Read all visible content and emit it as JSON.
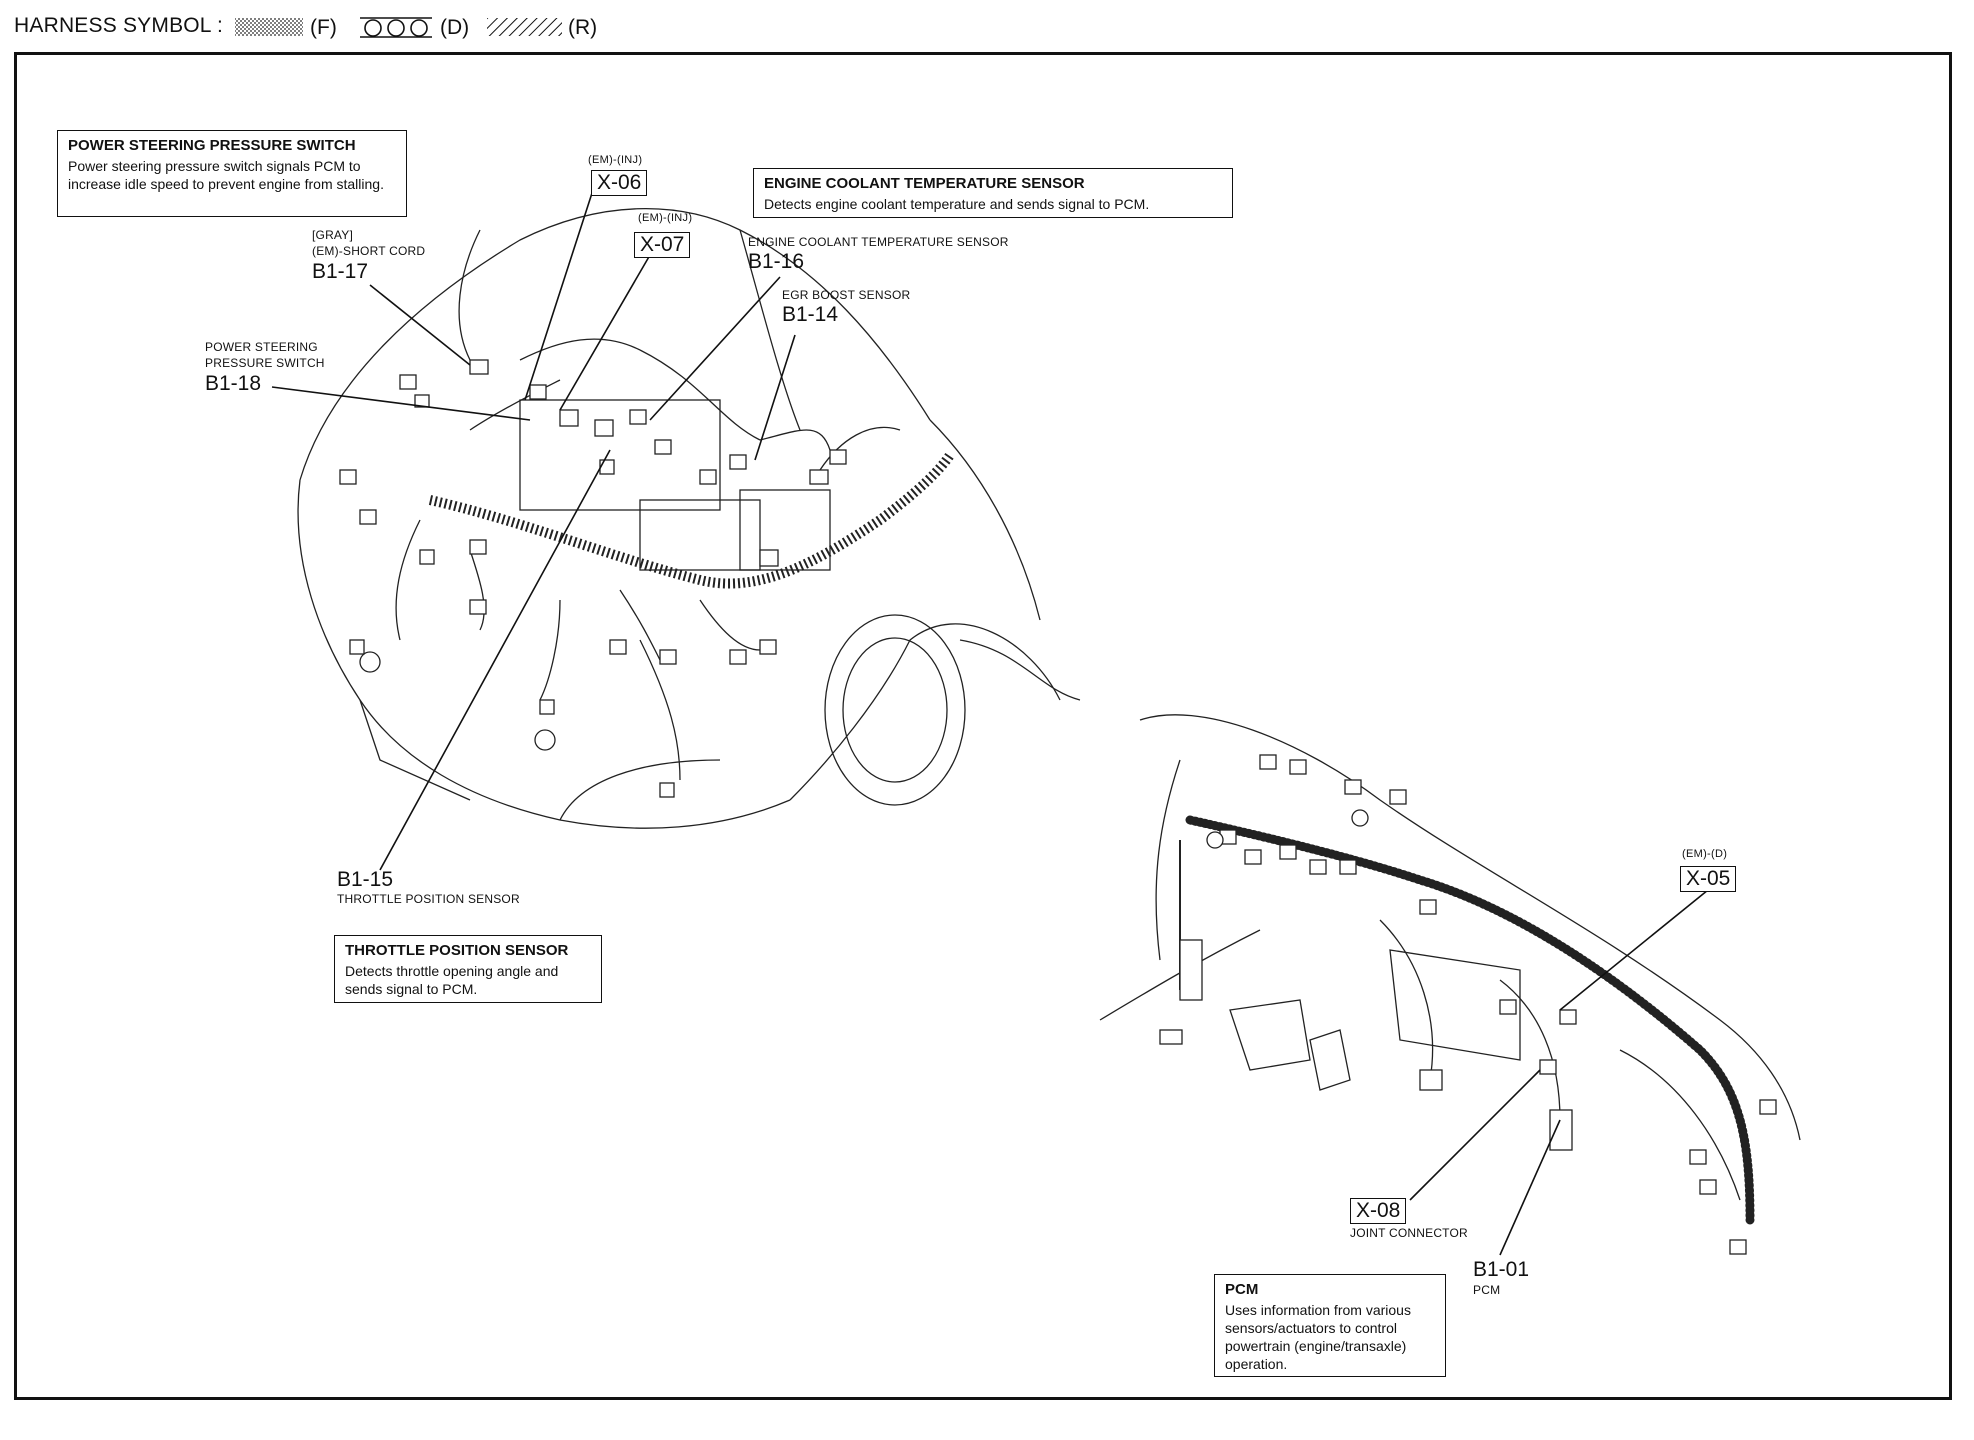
{
  "header": {
    "harness_symbol_label": "HARNESS SYMBOL :",
    "legend": [
      {
        "code": "(F)",
        "pattern": "dotted"
      },
      {
        "code": "(D)",
        "pattern": "circles"
      },
      {
        "code": "(R)",
        "pattern": "hatched"
      }
    ]
  },
  "boxes": {
    "ps_switch": {
      "title": "POWER STEERING PRESSURE SWITCH",
      "body": "Power steering pressure switch signals PCM to increase idle speed to prevent engine from stalling."
    },
    "ect_sensor": {
      "title": "ENGINE COOLANT TEMPERATURE SENSOR",
      "body": "Detects engine coolant temperature and sends signal to PCM."
    },
    "tp_sensor": {
      "title": "THROTTLE POSITION SENSOR",
      "body": "Detects throttle opening angle and sends signal to PCM."
    },
    "pcm": {
      "title": "PCM",
      "body": "Uses information from various sensors/actuators to control powertrain (engine/transaxle) operation."
    }
  },
  "connectors": {
    "x06": {
      "tag": "(EM)-(INJ)",
      "code": "X-06"
    },
    "x07": {
      "tag": "(EM)-(INJ)",
      "code": "X-07"
    },
    "x05": {
      "tag": "(EM)-(D)",
      "code": "X-05"
    },
    "x08": {
      "code": "X-08",
      "label": "JOINT CONNECTOR"
    },
    "b1_17": {
      "label1": "[GRAY]",
      "label2": "(EM)-SHORT CORD",
      "code": "B1-17"
    },
    "b1_18": {
      "label1": "POWER STEERING",
      "label2": "PRESSURE SWITCH",
      "code": "B1-18"
    },
    "b1_16": {
      "label": "ENGINE COOLANT TEMPERATURE SENSOR",
      "code": "B1-16"
    },
    "b1_14": {
      "label": "EGR BOOST SENSOR",
      "code": "B1-14"
    },
    "b1_15": {
      "code": "B1-15",
      "label": "THROTTLE POSITION SENSOR"
    },
    "b1_01": {
      "code": "B1-01",
      "label": "PCM"
    }
  }
}
